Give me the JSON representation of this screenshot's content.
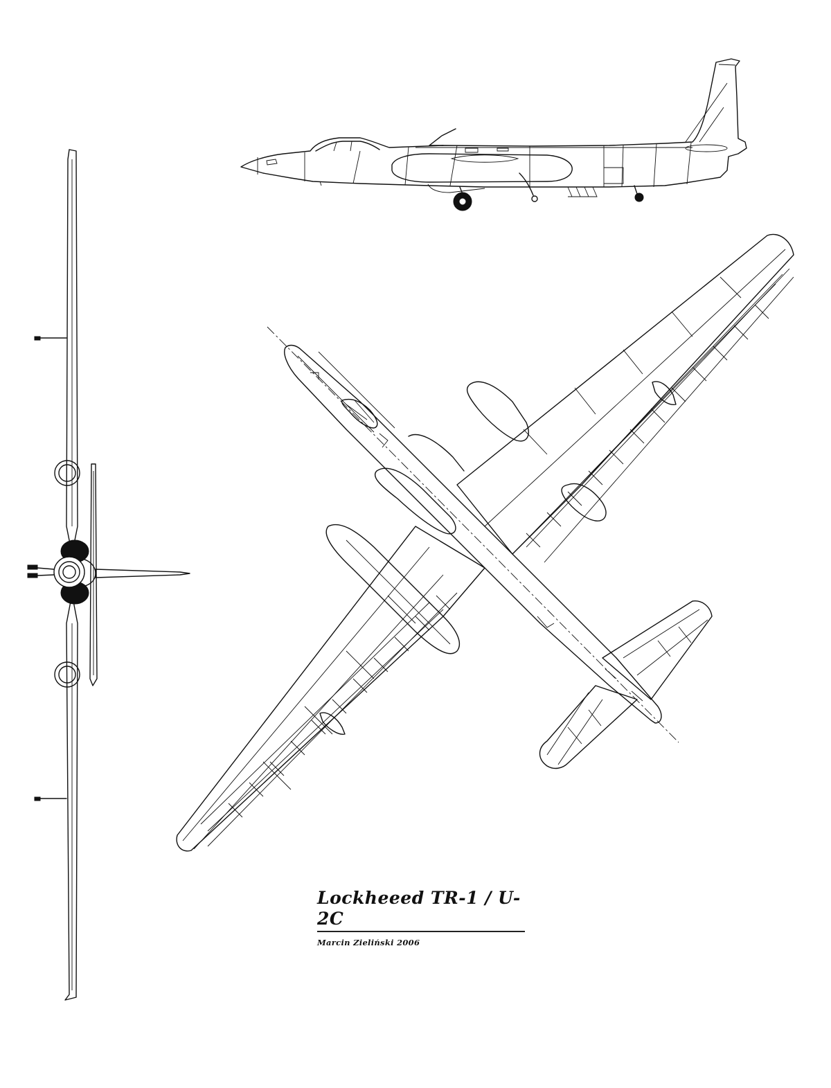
{
  "drawing": {
    "title": "Lockheeed TR-1 / U-2C",
    "author": "Marcin Zieliński 2006",
    "line_color": "#111111",
    "background": "#ffffff",
    "views": [
      "side-view",
      "front-view",
      "top-view"
    ]
  }
}
